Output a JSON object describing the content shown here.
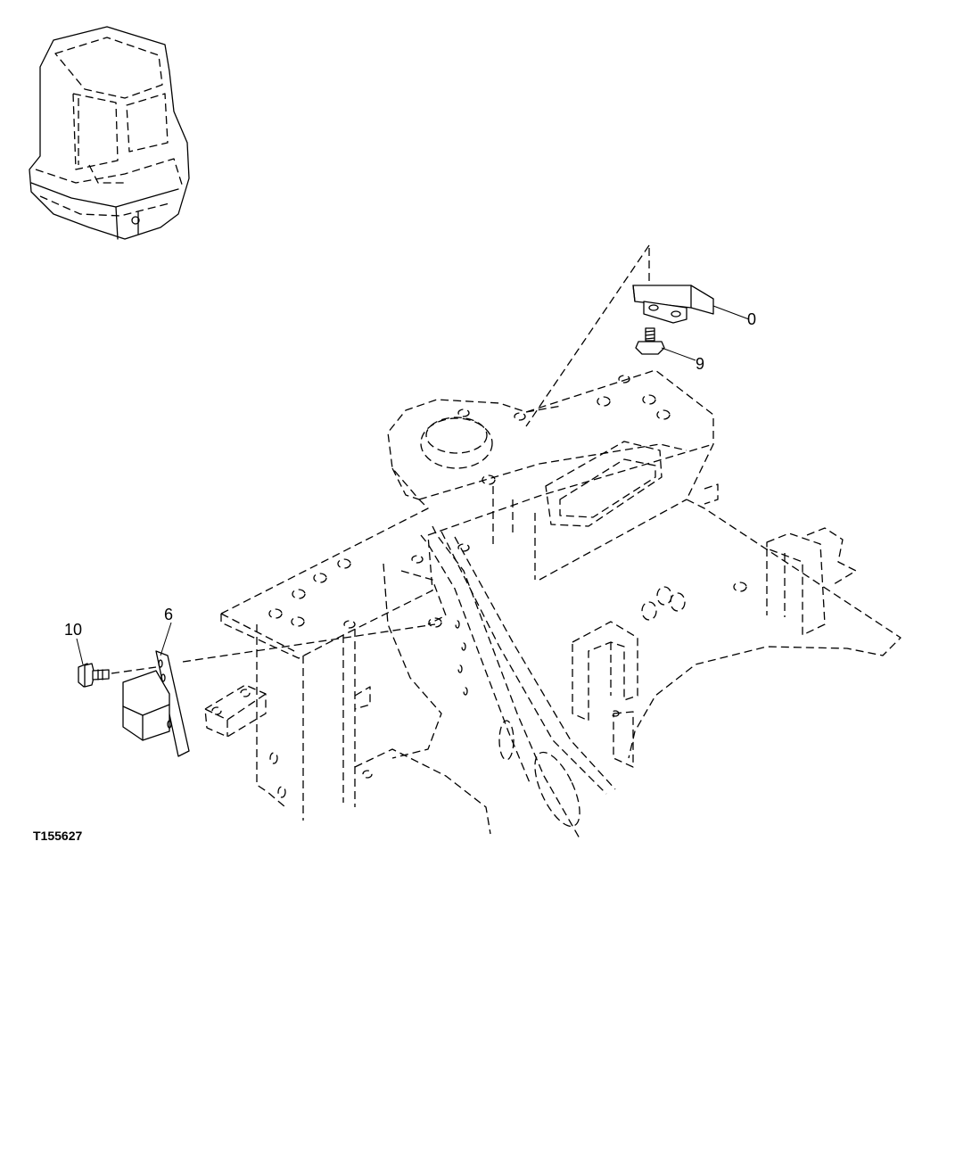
{
  "figure_id": "T155627",
  "callouts": [
    {
      "label": "0",
      "part": "bracket"
    },
    {
      "label": "9",
      "part": "bolt"
    },
    {
      "label": "6",
      "part": "stopper-plate"
    },
    {
      "label": "10",
      "part": "flange-bolt"
    }
  ]
}
